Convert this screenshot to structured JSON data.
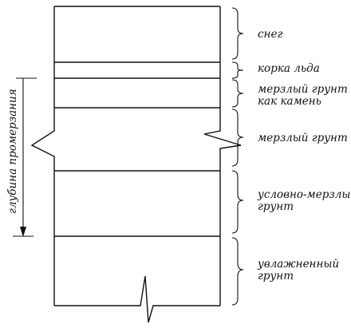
{
  "depth_label": "глубина промерзания",
  "layers": [
    {
      "id": "snow",
      "lines": [
        "снег"
      ]
    },
    {
      "id": "ice-crust",
      "lines": [
        "корка льда"
      ]
    },
    {
      "id": "frozen-stone",
      "lines": [
        "мерзлый грунт",
        "как камень"
      ]
    },
    {
      "id": "frozen",
      "lines": [
        "мерзлый грунт"
      ]
    },
    {
      "id": "conditionally-frozen",
      "lines": [
        "условно-мерзлый",
        "грунт"
      ]
    },
    {
      "id": "moist",
      "lines": [
        "увлажненный",
        "грунт"
      ]
    }
  ]
}
